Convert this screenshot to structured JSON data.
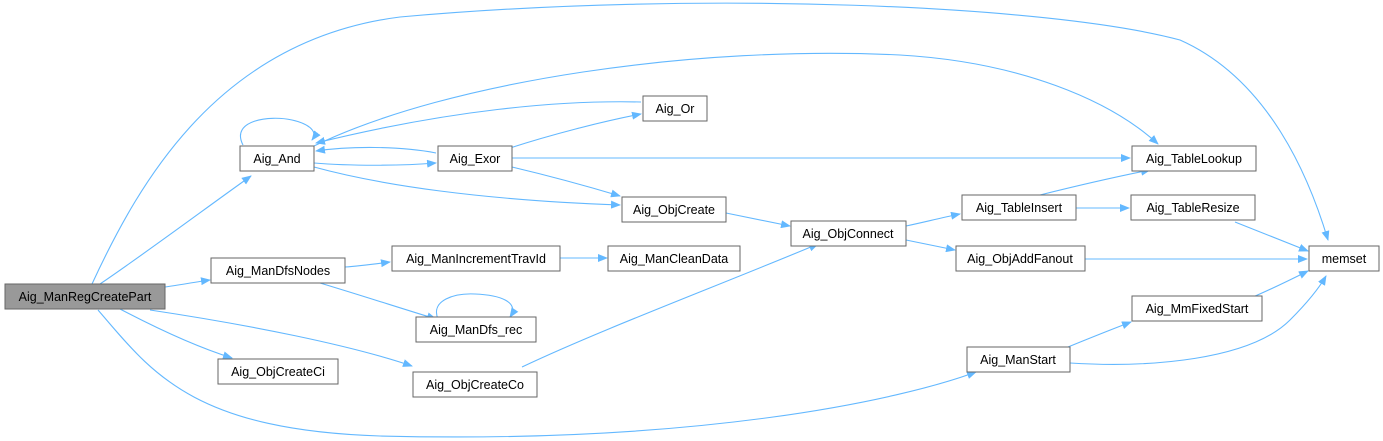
{
  "graph": {
    "edge_color": "#63b8ff",
    "root_fill": "#999999",
    "node_fill": "#ffffff",
    "border_color": "#666666"
  },
  "nodes": {
    "root": "Aig_ManRegCreatePart",
    "and": "Aig_And",
    "exor": "Aig_Exor",
    "or": "Aig_Or",
    "obj_create": "Aig_ObjCreate",
    "obj_connect": "Aig_ObjConnect",
    "table_insert": "Aig_TableInsert",
    "table_lookup": "Aig_TableLookup",
    "table_resize": "Aig_TableResize",
    "obj_add_fanout": "Aig_ObjAddFanout",
    "memset": "memset",
    "man_dfs_nodes": "Aig_ManDfsNodes",
    "man_increment_trav_id": "Aig_ManIncrementTravId",
    "man_clean_data": "Aig_ManCleanData",
    "man_dfs_rec": "Aig_ManDfs_rec",
    "obj_create_ci": "Aig_ObjCreateCi",
    "obj_create_co": "Aig_ObjCreateCo",
    "man_start": "Aig_ManStart",
    "mm_fixed_start": "Aig_MmFixedStart"
  }
}
